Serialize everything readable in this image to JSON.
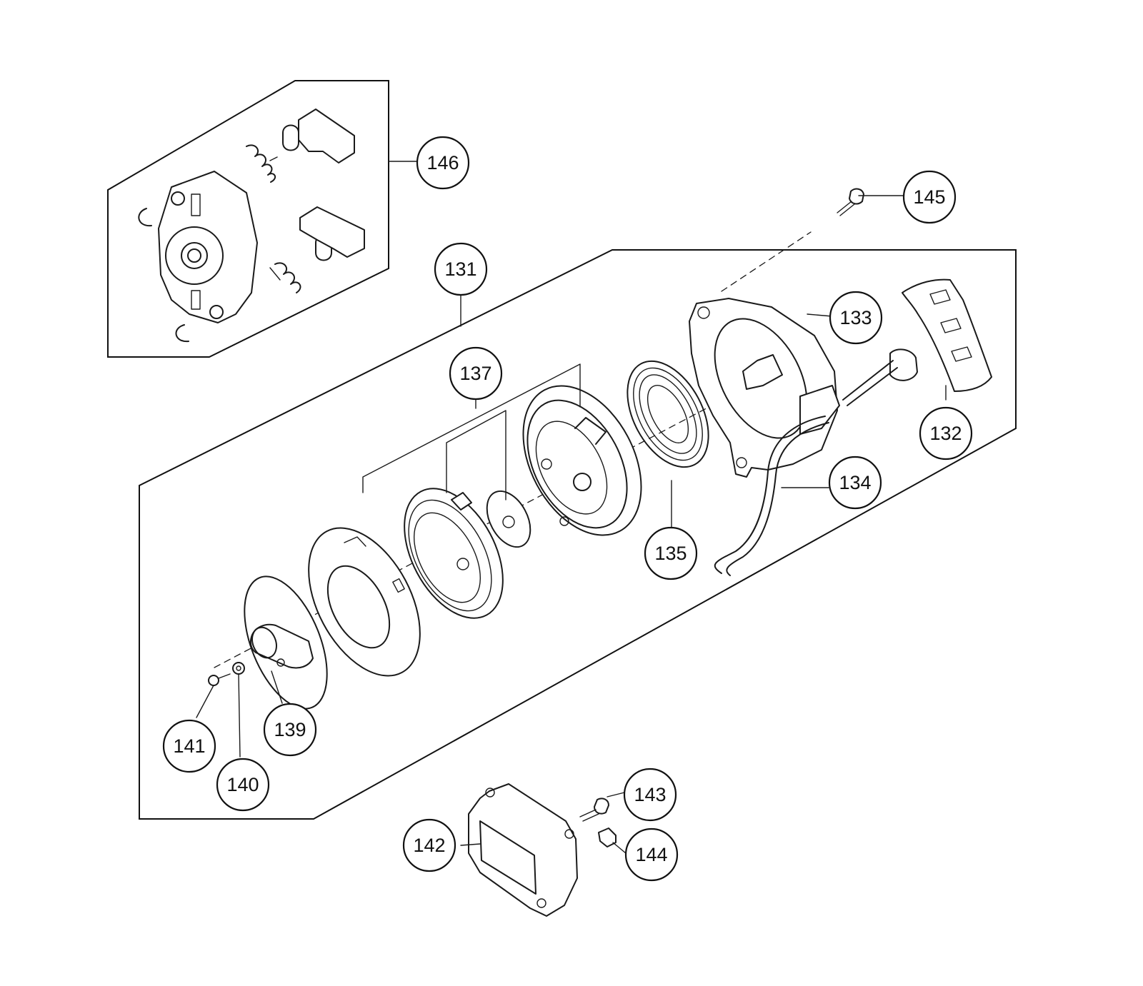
{
  "diagram": {
    "callouts": [
      {
        "id": "146",
        "label": "146"
      },
      {
        "id": "145",
        "label": "145"
      },
      {
        "id": "131",
        "label": "131"
      },
      {
        "id": "133",
        "label": "133"
      },
      {
        "id": "137",
        "label": "137"
      },
      {
        "id": "132",
        "label": "132"
      },
      {
        "id": "134",
        "label": "134"
      },
      {
        "id": "135",
        "label": "135"
      },
      {
        "id": "139",
        "label": "139"
      },
      {
        "id": "141",
        "label": "141"
      },
      {
        "id": "140",
        "label": "140"
      },
      {
        "id": "143",
        "label": "143"
      },
      {
        "id": "142",
        "label": "142"
      },
      {
        "id": "144",
        "label": "144"
      }
    ],
    "colors": {
      "ink": "#1a1a1a",
      "background": "#ffffff"
    }
  }
}
